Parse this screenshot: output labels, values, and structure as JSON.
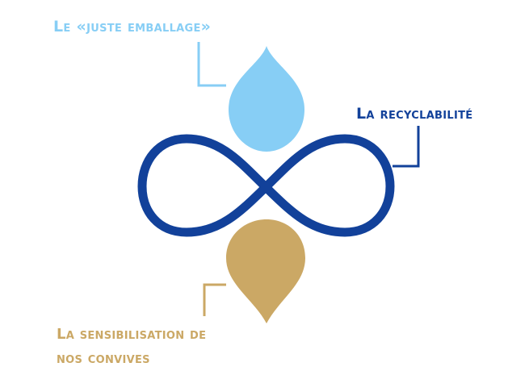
{
  "labels": {
    "top": "Le «juste emballage»",
    "right": "La recyclabilité",
    "bottom_line1": "La sensibilisation de",
    "bottom_line2": "nos convives"
  },
  "colors": {
    "light_blue": "#87cef5",
    "dark_blue": "#12419a",
    "gold": "#cba865",
    "background": "#ffffff"
  },
  "icons": {
    "top": "water-drop-icon",
    "center": "infinity-icon",
    "bottom": "map-pin-icon"
  }
}
